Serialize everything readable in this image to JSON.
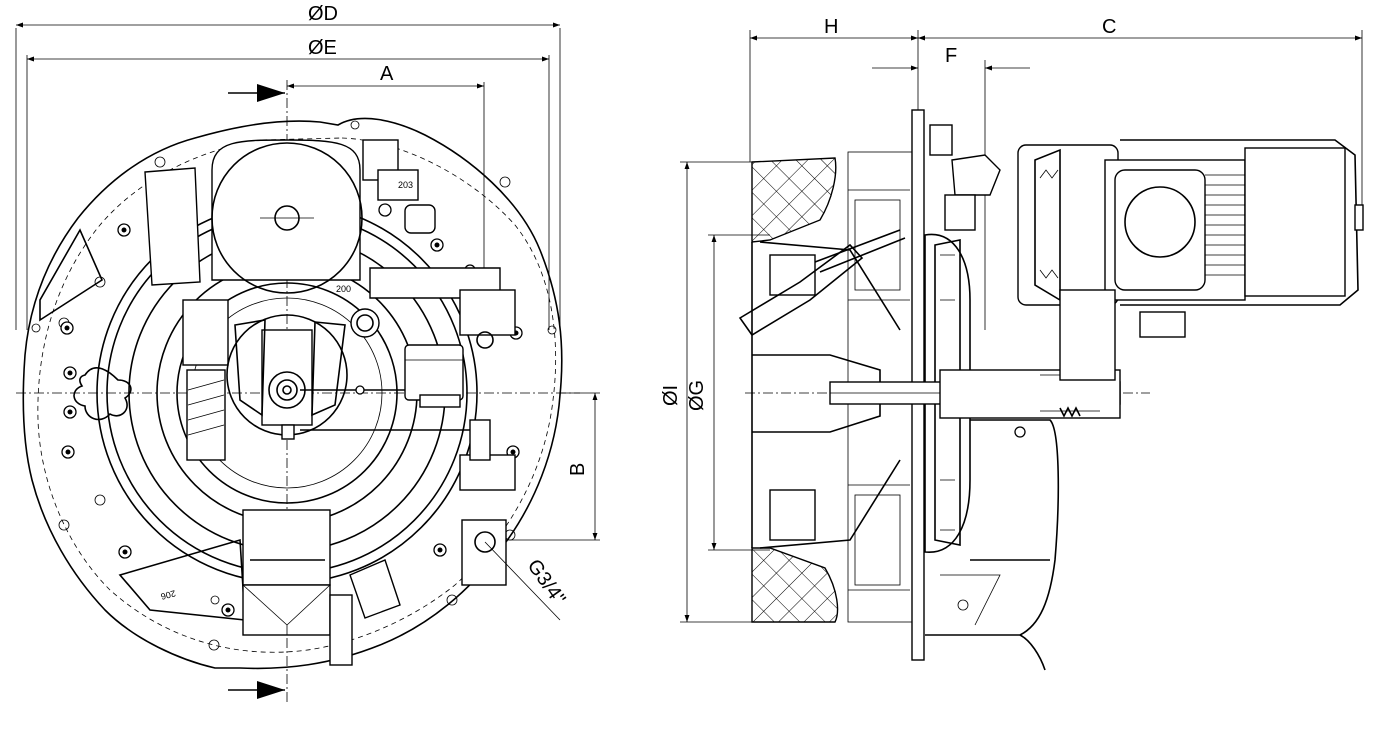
{
  "dimensions": {
    "D": "ØD",
    "E": "ØE",
    "A": "A",
    "B": "B",
    "H": "H",
    "C": "C",
    "F": "F",
    "I": "ØI",
    "G": "ØG"
  },
  "connection_label": "G3/4\"",
  "part_labels": {
    "p203": "203",
    "p200": "200",
    "p206": "206"
  }
}
